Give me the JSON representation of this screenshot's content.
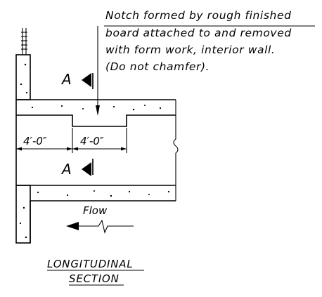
{
  "note": {
    "lines": [
      "Notch formed by rough finished",
      "board attached to and removed",
      "with form work, interior wall.",
      "(Do not chamfer)."
    ]
  },
  "section_markers": {
    "top_letter": "A",
    "bottom_letter": "A"
  },
  "dimensions": {
    "left": "4′-0″",
    "right": "4′-0″"
  },
  "flow": {
    "label": "Flow"
  },
  "title": {
    "line1": "LONGITUDINAL",
    "line2": "SECTION"
  }
}
